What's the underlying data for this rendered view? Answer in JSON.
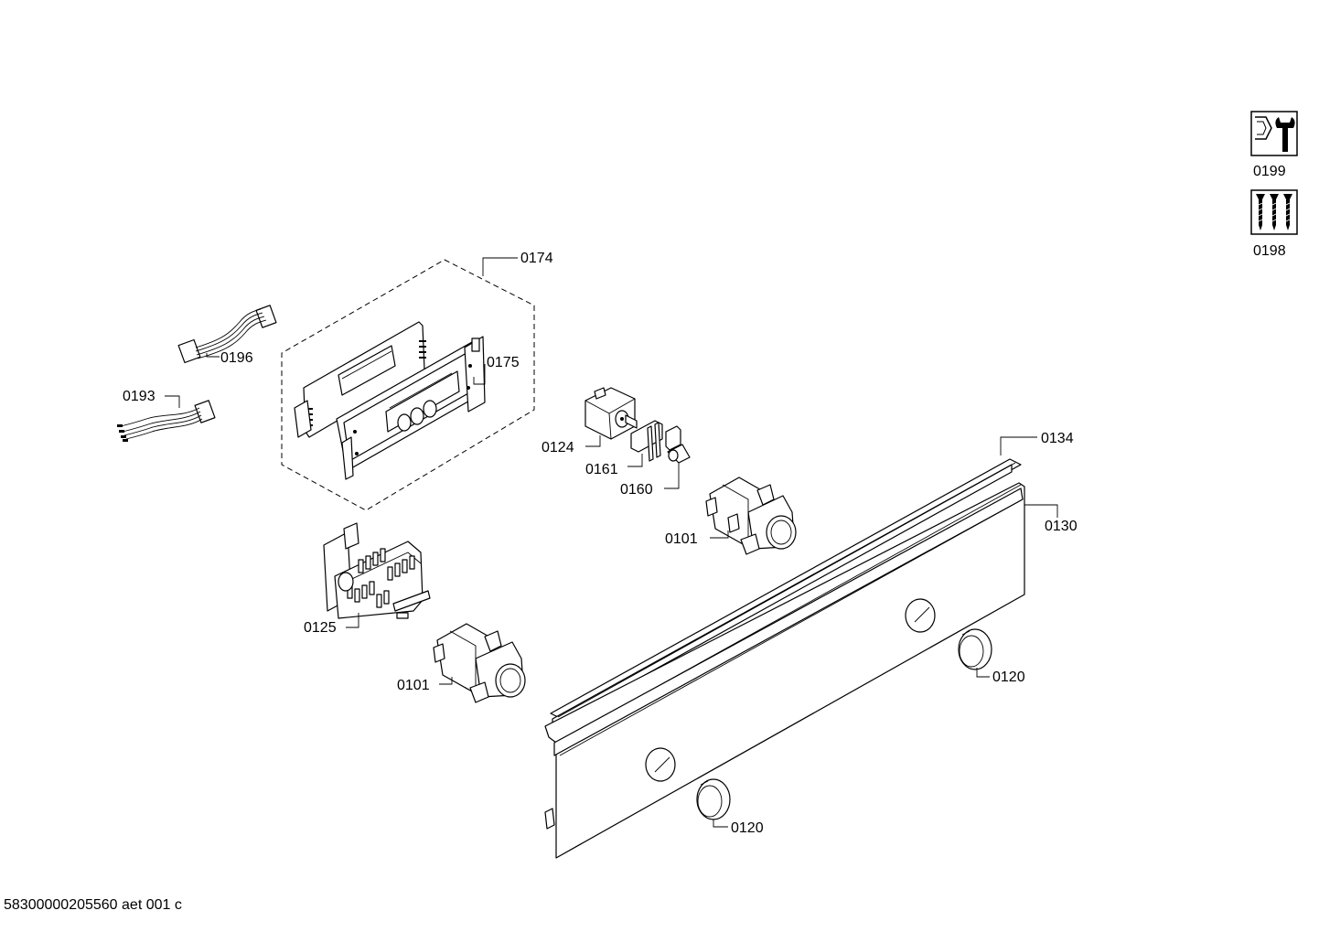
{
  "labels": {
    "p0174": "0174",
    "p0175": "0175",
    "p0196": "0196",
    "p0193": "0193",
    "p0124": "0124",
    "p0161": "0161",
    "p0160": "0160",
    "p0101a": "0101",
    "p0101b": "0101",
    "p0125": "0125",
    "p0134": "0134",
    "p0130": "0130",
    "p0120a": "0120",
    "p0120b": "0120",
    "p0199": "0199",
    "p0198": "0198"
  },
  "footer": {
    "drawing_id": "58300000205560 aet 001 c"
  }
}
